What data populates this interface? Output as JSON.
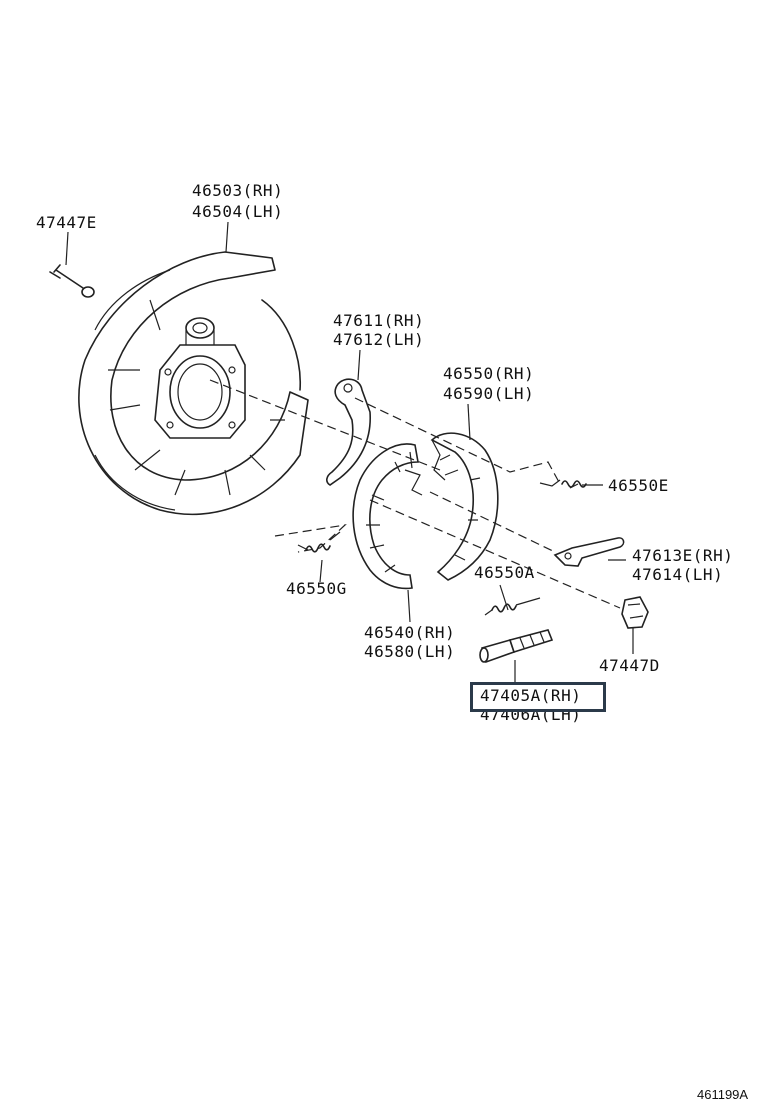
{
  "parts": {
    "backing_plate": {
      "line1": "46503(RH)",
      "line2": "46504(LH)"
    },
    "bolt": {
      "line1": "47447E"
    },
    "lever": {
      "line1": "47611(RH)",
      "line2": "47612(LH)"
    },
    "shoe_upper": {
      "line1": "46550(RH)",
      "line2": "46590(LH)"
    },
    "spring_e": {
      "line1": "46550E"
    },
    "strut": {
      "line1": "47613E(RH)",
      "line2": "47614(LH)"
    },
    "spring_a": {
      "line1": "46550A"
    },
    "spring_g": {
      "line1": "46550G"
    },
    "shoe_lower": {
      "line1": "46540(RH)",
      "line2": "46580(LH)"
    },
    "clip": {
      "line1": "47447D"
    },
    "adjuster": {
      "line1": "47405A(RH)",
      "line2": "47406A(LH)"
    }
  },
  "highlighted_part": "47405A(RH)",
  "highlight_color": "#2b3a4a",
  "figure_id": "461199A"
}
